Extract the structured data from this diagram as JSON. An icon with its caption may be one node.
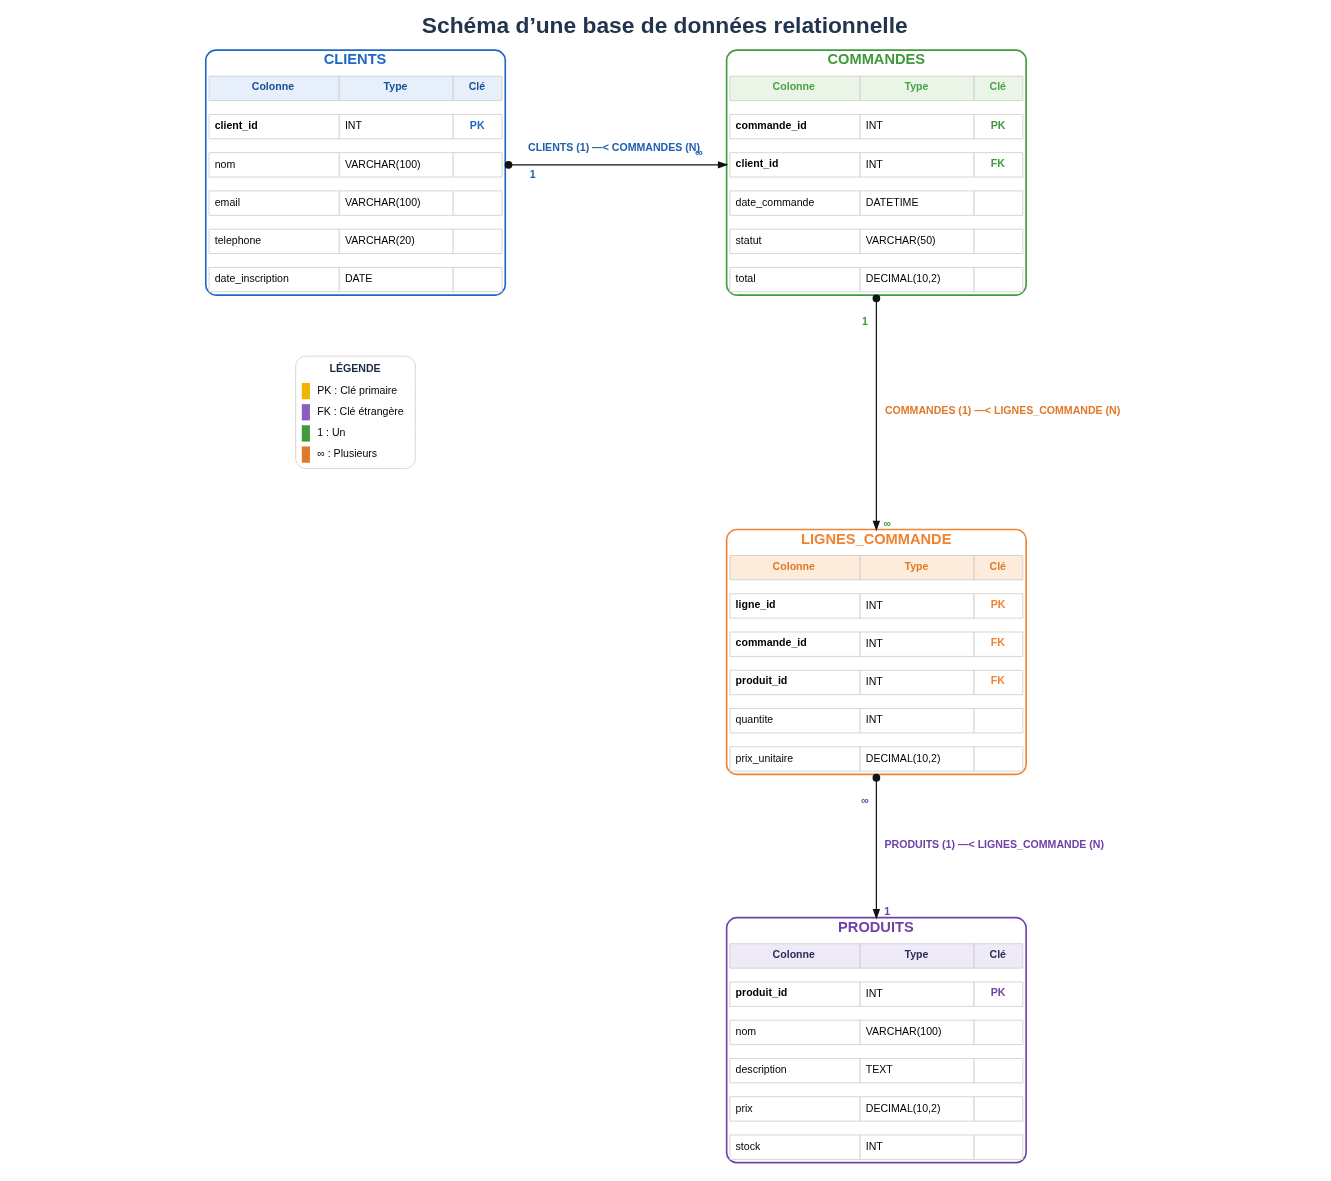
{
  "diagram": {
    "title": "Schéma d’une base de données relationnelle",
    "nodes": [
      {
        "text": [
          "CLIENTS"
        ]
      },
      {
        "text": [
          "Colonne",
          "Type",
          "Clé"
        ],
        "in": 0
      },
      {
        "text": [
          "client_id",
          "INT",
          "PK"
        ],
        "in": 0
      },
      {
        "text": [
          "nom",
          "VARCHAR(100)"
        ],
        "in": 0
      },
      {
        "text": [
          "email",
          "VARCHAR(100)"
        ],
        "in": 0
      },
      {
        "text": [
          "telephone",
          "VARCHAR(20)"
        ],
        "in": 0
      },
      {
        "text": [
          "date_inscription",
          "DATE"
        ],
        "in": 0
      },
      {
        "text": [
          "COMMANDES"
        ]
      },
      {
        "text": [
          "Colonne",
          "Type",
          "Clé"
        ],
        "in": 7
      },
      {
        "text": [
          "commande_id",
          "INT",
          "PK"
        ],
        "in": 7
      },
      {
        "text": [
          "client_id",
          "INT",
          "FK"
        ],
        "in": 7
      },
      {
        "text": [
          "date_commande",
          "DATETIME"
        ],
        "in": 7
      },
      {
        "text": [
          "statut",
          "VARCHAR(50)"
        ],
        "in": 7
      },
      {
        "text": [
          "total",
          "DECIMAL(10,2)"
        ],
        "in": 7
      },
      {
        "text": [
          "LIGNES_COMMANDE"
        ]
      },
      {
        "text": [
          "Colonne",
          "Type",
          "Clé"
        ],
        "in": 14
      },
      {
        "text": [
          "ligne_id",
          "INT",
          "PK"
        ],
        "in": 14
      },
      {
        "text": [
          "commande_id",
          "INT",
          "FK"
        ],
        "in": 14
      },
      {
        "text": [
          "produit_id",
          "INT",
          "FK"
        ],
        "in": 14
      },
      {
        "text": [
          "quantite",
          "INT"
        ],
        "in": 14
      },
      {
        "text": [
          "prix_unitaire",
          "DECIMAL(10,2)"
        ],
        "in": 14
      },
      {
        "text": [
          "PRODUITS"
        ]
      },
      {
        "text": [
          "Colonne",
          "Type",
          "Clé"
        ],
        "in": 21
      },
      {
        "text": [
          "produit_id",
          "INT",
          "PK"
        ],
        "in": 21
      },
      {
        "text": [
          "nom",
          "VARCHAR(100)"
        ],
        "in": 21
      },
      {
        "text": [
          "description",
          "TEXT"
        ],
        "in": 21
      },
      {
        "text": [
          "prix",
          "DECIMAL(10,2)"
        ],
        "in": 21
      },
      {
        "text": [
          "stock",
          "INT"
        ],
        "in": 21
      }
    ],
    "edges": [
      {
        "from": 0,
        "to": 7,
        "arrow": "to",
        "label": "CLIENTS (1) —< COMMANDES (N)"
      },
      {
        "from": 7,
        "to": 14,
        "arrow": "to",
        "label": "COMMANDES (1) —< LIGNES_COMMANDE (N)"
      },
      {
        "from": 14,
        "to": 21,
        "arrow": "to",
        "label": "PRODUITS (1) —< LIGNES_COMMANDE (N)"
      }
    ],
    "labels": [
      "1",
      "∞",
      "1",
      "∞",
      "∞",
      "1",
      "LÉGENDE"
    ],
    "legend": [
      {
        "text": "PK : Clé primaire"
      },
      {
        "text": "FK : Clé étrangère"
      },
      {
        "text": "1 : Un"
      },
      {
        "text": "∞ : Plusieurs"
      }
    ]
  }
}
